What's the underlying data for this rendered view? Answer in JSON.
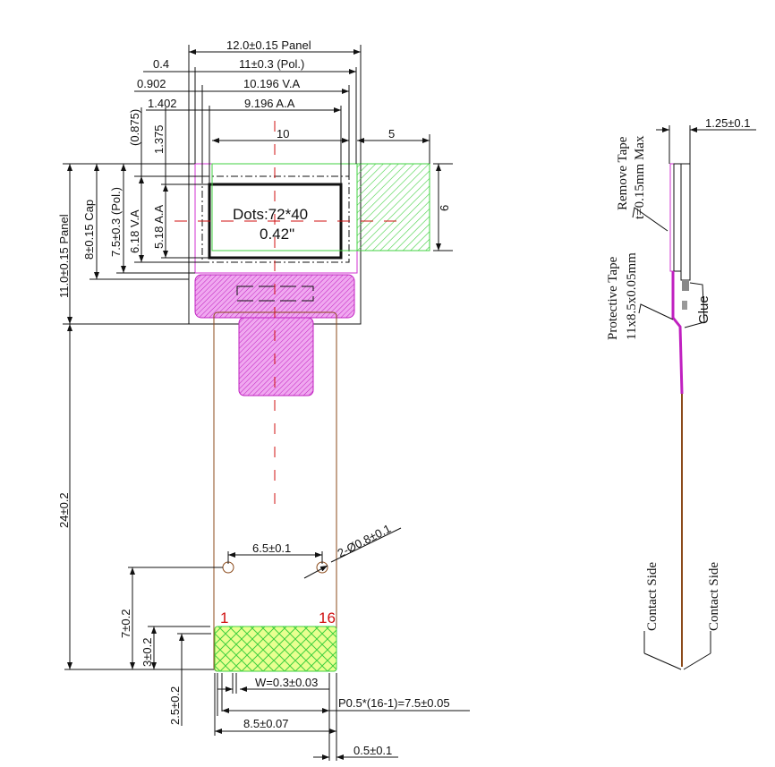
{
  "front_view": {
    "top_dims": {
      "panel_width": "12.0±0.15 Panel",
      "pol_width": "11±0.3 (Pol.)",
      "va_width": "10.196 V.A",
      "aa_width": "9.196 A.A",
      "cap_width": "10",
      "tail_width": "5",
      "off_pol": "0.4",
      "off_va": "0.902",
      "off_aa": "1.402"
    },
    "left_dims": {
      "panel_height": "11.0±0.15 Panel",
      "cap_height": "8±0.15 Cap",
      "pol_height": "7.5±0.3 (Pol.)",
      "va_height": "6.18 V.A",
      "aa_height": "5.18 A.A",
      "off_va": "(0.875)",
      "off_aa": "1.375",
      "fpc_length": "24±0.2",
      "hole_offset": "7±0.2",
      "contact_length": "3±0.2",
      "stiff_len": "2.5±0.2"
    },
    "right_dim": "6",
    "display_label": "Dots:72*40",
    "display_size": "0.42\"",
    "holes": {
      "spacing": "6.5±0.1",
      "diameter": "2-Ø0.8±0.1"
    },
    "pins": {
      "first": "1",
      "last": "16"
    },
    "bottom_dims": {
      "pin_width": "W=0.3±0.03",
      "pitch": "P0.5*(16-1)=7.5±0.05",
      "fpc_width": "8.5±0.07",
      "edge": "0.5±0.1"
    }
  },
  "side_view": {
    "thickness": "1.25±0.1",
    "remove_tape": "Remove Tape",
    "remove_tape_t": "t=0.15mm Max",
    "protective_tape": "Protective Tape",
    "protective_tape_size": "11x8.5x0.05mm",
    "glue": "Glue",
    "contact_side_1": "Contact Side",
    "contact_side_2": "Contact Side"
  },
  "colors": {
    "magenta": "#d030d0",
    "green": "#40d040",
    "brown": "#8b4a1a",
    "red": "#d01010"
  }
}
